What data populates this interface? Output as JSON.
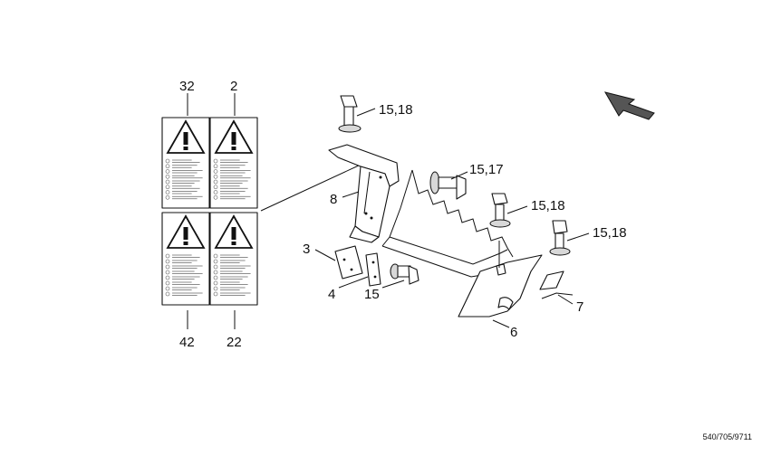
{
  "decal_labels": {
    "top_left": "32",
    "top_right": "2",
    "bottom_left": "42",
    "bottom_right": "22"
  },
  "callouts": {
    "bolt_top": "15,18",
    "bolt_mid": "15,17",
    "bolt_right1": "15,18",
    "bolt_right2": "15,18",
    "bracket": "8",
    "plate_3": "3",
    "plate_4": "4",
    "bolt_15": "15",
    "guard": "6",
    "clip": "7"
  },
  "reference_code": "540/705/9711",
  "icons": [
    "warning-triangle-icon",
    "direction-arrow-icon"
  ]
}
